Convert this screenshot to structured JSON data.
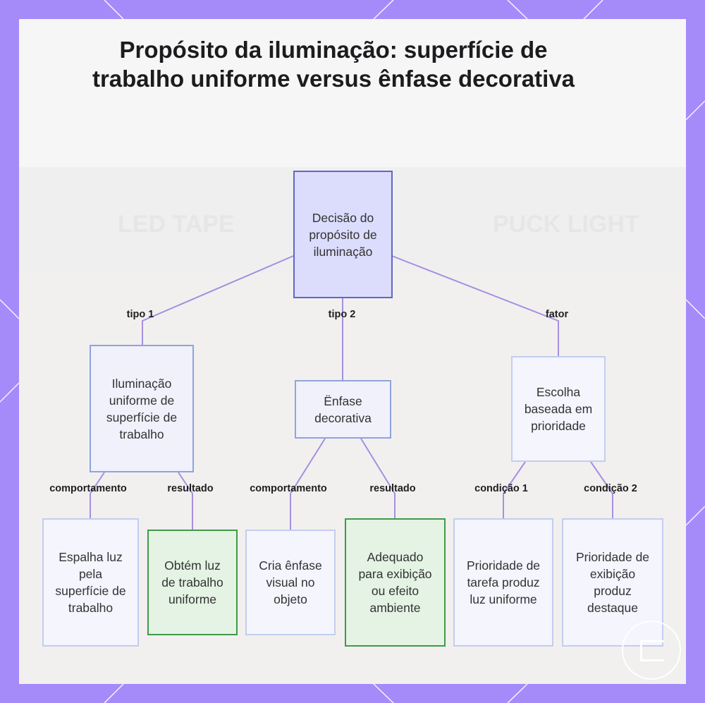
{
  "title": "Propósito da iluminação: superfície de trabalho uniforme versus ênfase decorativa",
  "background_words": [
    "LED TAPE",
    "PUCK LIGHT"
  ],
  "colors": {
    "frame": "#a58bfa",
    "panel": "#f3f3f4",
    "edge": "#a68fe0",
    "root_fill": "#dcdcfd",
    "root_border": "#6366c4",
    "decision_border": "#8fa4dc",
    "leaf_border": "#c4cdf0",
    "result_fill": "#e4f3e4",
    "result_border": "#3f9a48"
  },
  "nodes": {
    "root": "Decisão do propósito de iluminação",
    "uniform": "Iluminação uniforme de superfície de trabalho",
    "decorative": "Ënfase decorativa",
    "choice": "Escolha baseada em prioridade",
    "spread": "Espalha luz pela superfície de trabalho",
    "obtains": "Obtém luz de trabalho uniforme",
    "creates": "Cria ênfase visual no objeto",
    "suitable": "Adequado para exibição ou efeito ambiente",
    "task_priority": "Prioridade de tarefa produz luz uniforme",
    "display_priority": "Prioridade de exibição produz destaque"
  },
  "edge_labels": {
    "type1": "tipo 1",
    "type2": "tipo 2",
    "factor": "fator",
    "behavior1": "comportamento",
    "result1": "resultado",
    "behavior2": "comportamento",
    "result2": "resultado",
    "condition1": "condição 1",
    "condition2": "condição 2"
  }
}
